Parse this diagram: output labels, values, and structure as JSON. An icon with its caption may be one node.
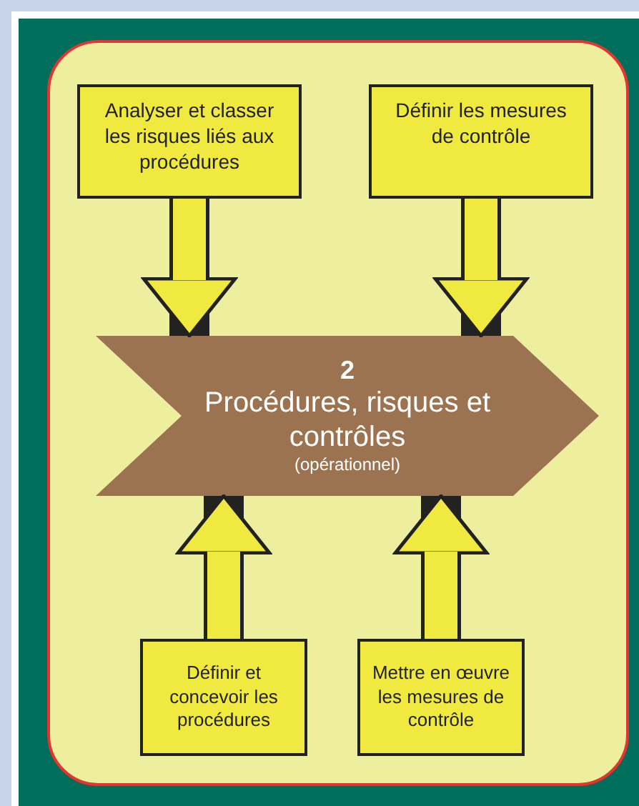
{
  "diagram": {
    "nodes": [
      {
        "text": [],
        "shape": "box"
      },
      {
        "text": [
          "Analyser et classer les risques liés aux procédures"
        ],
        "in": 0
      },
      {
        "text": [
          "Définir les mesures de contrôle"
        ],
        "in": 0
      },
      {
        "text": [
          "2",
          "Procédures, risques et contrôles",
          "(opérationnel)"
        ],
        "in": 0
      },
      {
        "text": [
          "Définir et concevoir les procédures"
        ],
        "in": 0
      },
      {
        "text": [
          "Mettre en œuvre les mesures de contrôle"
        ],
        "in": 0
      }
    ],
    "edges": [
      {
        "from": 1,
        "to": 3,
        "arrow": "to"
      },
      {
        "from": 2,
        "to": 3,
        "arrow": "to"
      },
      {
        "from": 4,
        "to": 3,
        "arrow": "to"
      },
      {
        "from": 5,
        "to": 3,
        "arrow": "to"
      }
    ]
  }
}
